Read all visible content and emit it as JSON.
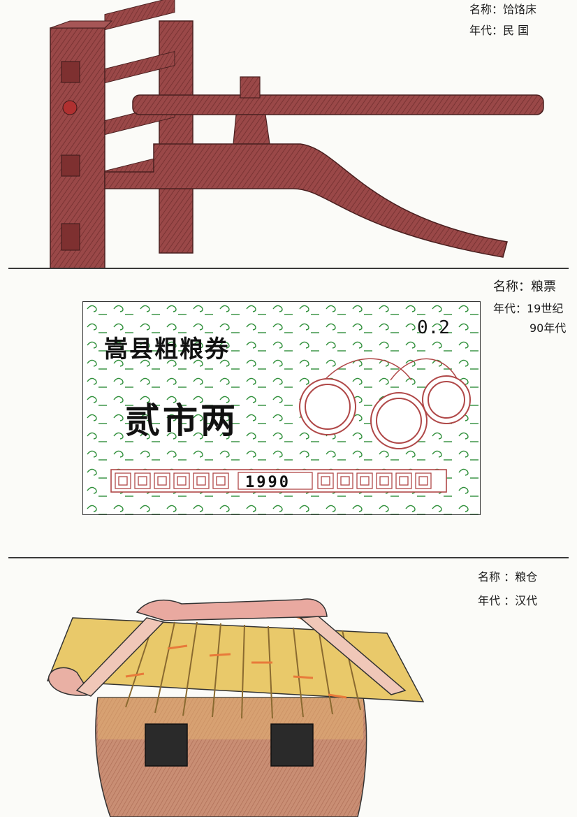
{
  "items": [
    {
      "name_label": "名称：饸饹床",
      "era_label": "年代：民  国"
    },
    {
      "name_label": "名称：粮票",
      "era_label_line1": "年代：19世纪",
      "era_label_line2": "90年代",
      "ticket": {
        "title": "嵩县粗粮券",
        "value": "0.2",
        "denomination": "贰市两",
        "year": "1990"
      }
    },
    {
      "name_label": "名称 ：粮仓",
      "era_label": "年代 ：汉代"
    }
  ],
  "colors": {
    "wood": "#8c3e3e",
    "wood_dark": "#6e2c2c",
    "ticket_pattern": "#2f8f3a",
    "ticket_accent": "#b04848",
    "roof_yellow": "#e9c96a",
    "roof_orange": "#e87a3a",
    "wall": "#c98e74",
    "window": "#2a2a2a"
  }
}
